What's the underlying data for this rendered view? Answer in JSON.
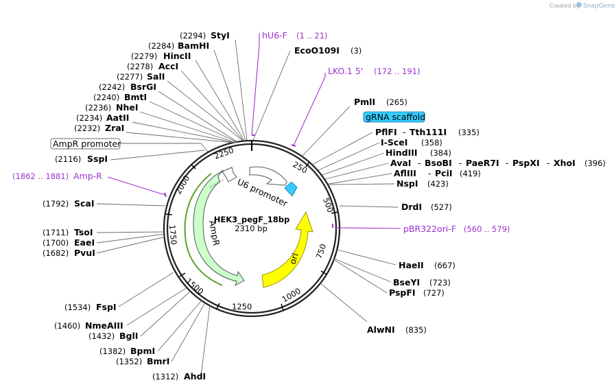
{
  "credit": {
    "text": "Created by",
    "brand": "SnapGene"
  },
  "plasmid": {
    "name": "HEK3_pegF_18bp",
    "size": "2310 bp"
  },
  "ticks": [
    "250",
    "500",
    "750",
    "1000",
    "1250",
    "1500",
    "1750",
    "2000",
    "2250"
  ],
  "features": {
    "u6": "U6 promoter",
    "ampr": "AmpR",
    "ori": "ori",
    "grna": "gRNA scaffold",
    "ampr_promoter": "AmpR promoter"
  },
  "colors": {
    "ori": "#ffff00",
    "ampr": "#ccffcc",
    "grna": "#33ccff",
    "primer": "#a030d0"
  },
  "primers": {
    "hu6f": {
      "name": "hU6-F",
      "range": "(1 .. 21)"
    },
    "lko": {
      "name": "LKO.1 5'",
      "range": "(172 .. 191)"
    },
    "pbr": {
      "name": "pBR322ori-F",
      "range": "(560 .. 579)"
    },
    "ampr": {
      "name": "Amp-R",
      "range": "(1862 .. 1881)"
    }
  },
  "sites": {
    "styi": {
      "pos": "(2294)",
      "name": "StyI"
    },
    "bamhi": {
      "pos": "(2284)",
      "name": "BamHI"
    },
    "hincii": {
      "pos": "(2279)",
      "name": "HincII"
    },
    "acci": {
      "pos": "(2278)",
      "name": "AccI"
    },
    "sali": {
      "pos": "(2277)",
      "name": "SalI"
    },
    "bsrgi": {
      "pos": "(2242)",
      "name": "BsrGI"
    },
    "bmti": {
      "pos": "(2240)",
      "name": "BmtI"
    },
    "nhei": {
      "pos": "(2236)",
      "name": "NheI"
    },
    "aatii": {
      "pos": "(2234)",
      "name": "AatII"
    },
    "zrai": {
      "pos": "(2232)",
      "name": "ZraI"
    },
    "sspi": {
      "pos": "(2116)",
      "name": "SspI"
    },
    "scai": {
      "pos": "(1792)",
      "name": "ScaI"
    },
    "tsoi": {
      "pos": "(1711)",
      "name": "TsoI"
    },
    "eaei": {
      "pos": "(1700)",
      "name": "EaeI"
    },
    "pvui": {
      "pos": "(1682)",
      "name": "PvuI"
    },
    "fspi": {
      "pos": "(1534)",
      "name": "FspI"
    },
    "nmeaiii": {
      "pos": "(1460)",
      "name": "NmeAIII"
    },
    "bgli": {
      "pos": "(1432)",
      "name": "BglI"
    },
    "bpmi": {
      "pos": "(1382)",
      "name": "BpmI"
    },
    "bmri": {
      "pos": "(1352)",
      "name": "BmrI"
    },
    "ahdi": {
      "pos": "(1312)",
      "name": "AhdI"
    },
    "ecoo109i": {
      "name": "EcoO109I",
      "pos": "(3)"
    },
    "pmli": {
      "name": "PmlI",
      "pos": "(265)"
    },
    "pflfi": {
      "name": "PflFI",
      "name2": "Tth111I",
      "pos": "(335)"
    },
    "iscei": {
      "name": "I-SceI",
      "pos": "(358)"
    },
    "hindiii": {
      "name": "HindIII",
      "pos": "(384)"
    },
    "avai": {
      "name": "AvaI",
      "name2": "BsoBI",
      "name3": "PaeR7I",
      "name4": "PspXI",
      "name5": "XhoI",
      "pos": "(396)"
    },
    "afliii": {
      "name": "AflIII",
      "name2": "PciI",
      "pos": "(419)"
    },
    "nspi": {
      "name": "NspI",
      "pos": "(423)"
    },
    "drdi": {
      "name": "DrdI",
      "pos": "(527)"
    },
    "haeii": {
      "name": "HaeII",
      "pos": "(667)"
    },
    "bseyi": {
      "name": "BseYI",
      "pos": "(723)"
    },
    "pspfi": {
      "name": "PspFI",
      "pos": "(727)"
    },
    "alwni": {
      "name": "AlwNI",
      "pos": "(835)"
    }
  }
}
